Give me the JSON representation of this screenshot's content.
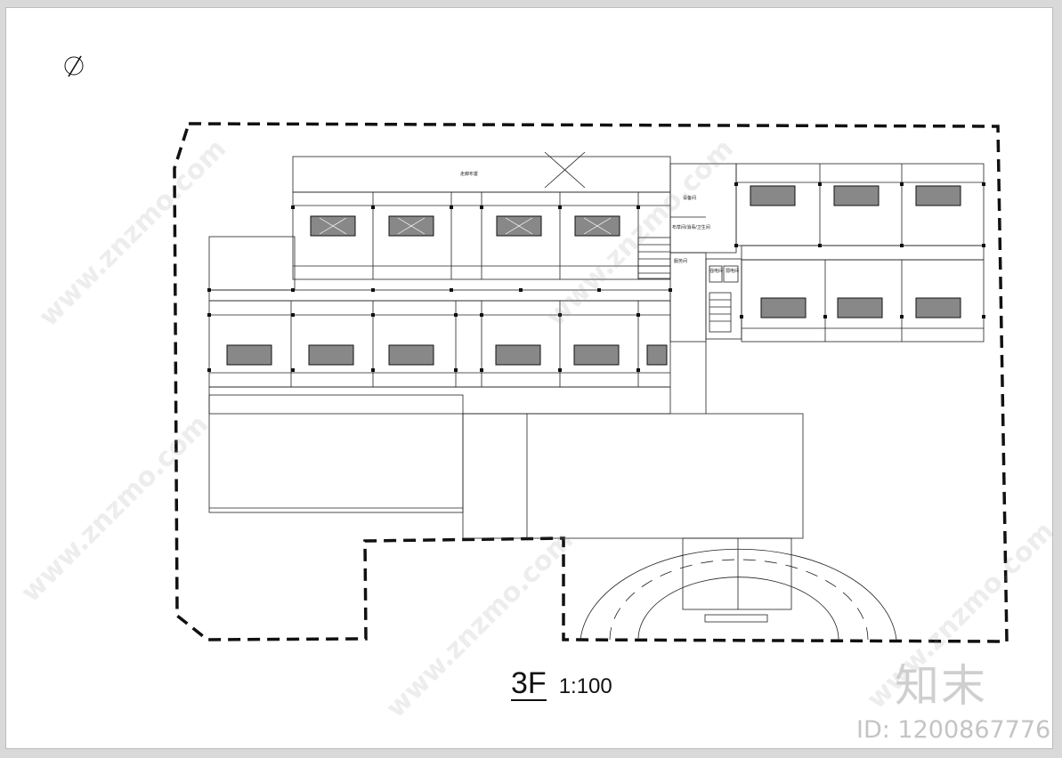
{
  "drawing": {
    "floor": "3F",
    "scale": "1:100"
  },
  "rooms": {
    "corridor_top": "走廊布置",
    "room_a": "设备间",
    "room_b": "布草间/消毒/卫生间",
    "room_c": "服务间",
    "room_d": "强电间",
    "room_e": "弱电间"
  },
  "watermark": {
    "site": "www.znzmo.com",
    "brand": "知末",
    "id": "ID: 1200867776"
  },
  "colors": {
    "line": "#111111",
    "paper": "#ffffff",
    "watermark": "#c8c8c8"
  }
}
